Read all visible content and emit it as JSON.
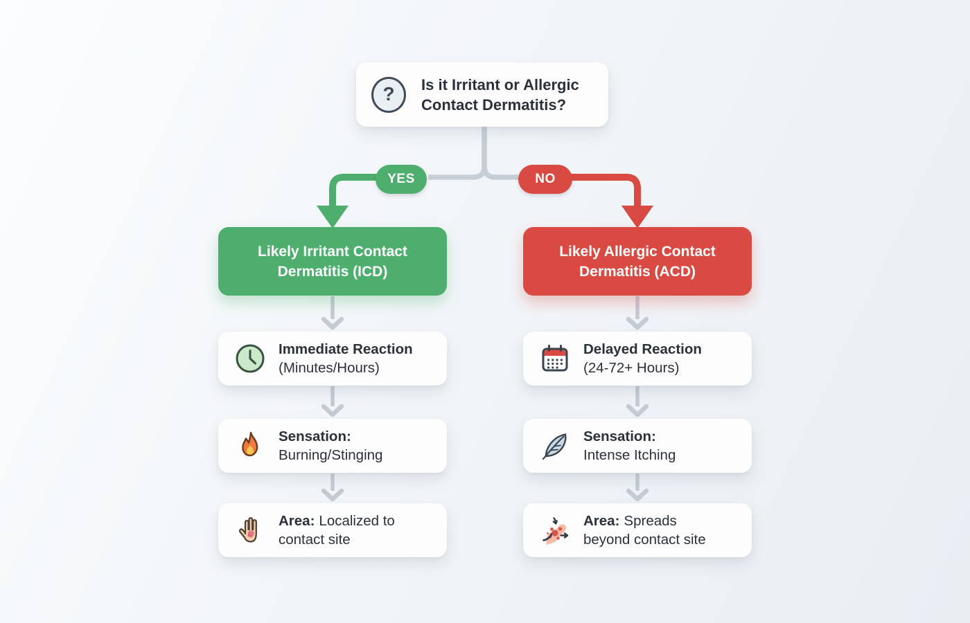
{
  "question": {
    "icon_glyph": "?",
    "line1": "Is it Irritant or Allergic",
    "line2": "Contact Dermatitis?"
  },
  "branches": [
    {
      "label": "YES",
      "result_line1": "Likely Irritant Contact",
      "result_line2": "Dermatitis (ICD)",
      "steps": [
        {
          "icon": "clock-icon",
          "line1_bold": "Immediate Reaction",
          "line1_rest": "",
          "line2": "(Minutes/Hours)"
        },
        {
          "icon": "flame-icon",
          "line1_bold": "Sensation:",
          "line1_rest": "",
          "line2": "Burning/Stinging"
        },
        {
          "icon": "hand-rash-icon",
          "line1_bold": "Area:",
          "line1_rest": "Localized to",
          "line2": "contact site"
        }
      ]
    },
    {
      "label": "NO",
      "result_line1": "Likely Allergic Contact",
      "result_line2": "Dermatitis (ACD)",
      "steps": [
        {
          "icon": "calendar-icon",
          "line1_bold": "Delayed Reaction",
          "line1_rest": "",
          "line2": "(24-72+ Hours)"
        },
        {
          "icon": "feather-icon",
          "line1_bold": "Sensation:",
          "line1_rest": "",
          "line2": "Intense Itching"
        },
        {
          "icon": "spreading-rash-icon",
          "line1_bold": "Area:",
          "line1_rest": "Spreads",
          "line2": "beyond contact site"
        }
      ]
    }
  ],
  "colors": {
    "yes_green": "#4DAE6E",
    "no_red": "#D84A42",
    "connector_gray": "#C7CED6",
    "text_dark": "#2A313A",
    "card_white": "#FDFDFE"
  }
}
